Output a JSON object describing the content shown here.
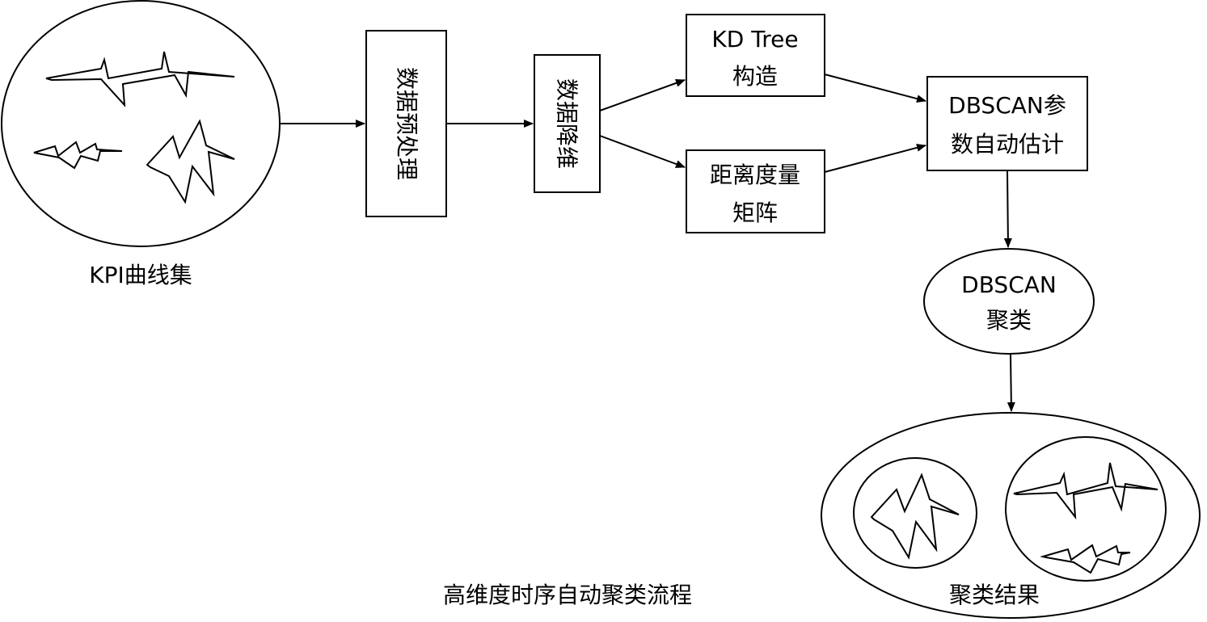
{
  "diagram": {
    "caption": "高维度时序自动聚类流程",
    "colors": {
      "stroke": "#000000",
      "fill": "#ffffff",
      "text": "#000000"
    },
    "nodes": {
      "kpi_curves": {
        "label": "KPI曲线集"
      },
      "preprocess": {
        "label": "数据预处理"
      },
      "reduce": {
        "label": "数据降维"
      },
      "kdtree": {
        "line1": "KD Tree",
        "line2": "构造"
      },
      "distance": {
        "line1": "距离度量",
        "line2": "矩阵"
      },
      "dbscan_param": {
        "line1": "DBSCAN参",
        "line2": "数自动估计"
      },
      "dbscan_cluster": {
        "line1": "DBSCAN",
        "line2": "聚类"
      },
      "result": {
        "label": "聚类结果"
      }
    },
    "edges": [
      {
        "from": "kpi_curves",
        "to": "preprocess"
      },
      {
        "from": "preprocess",
        "to": "reduce"
      },
      {
        "from": "reduce",
        "to": "kdtree"
      },
      {
        "from": "reduce",
        "to": "distance"
      },
      {
        "from": "kdtree",
        "to": "dbscan_param"
      },
      {
        "from": "distance",
        "to": "dbscan_param"
      },
      {
        "from": "dbscan_param",
        "to": "dbscan_cluster"
      },
      {
        "from": "dbscan_cluster",
        "to": "result"
      }
    ]
  }
}
